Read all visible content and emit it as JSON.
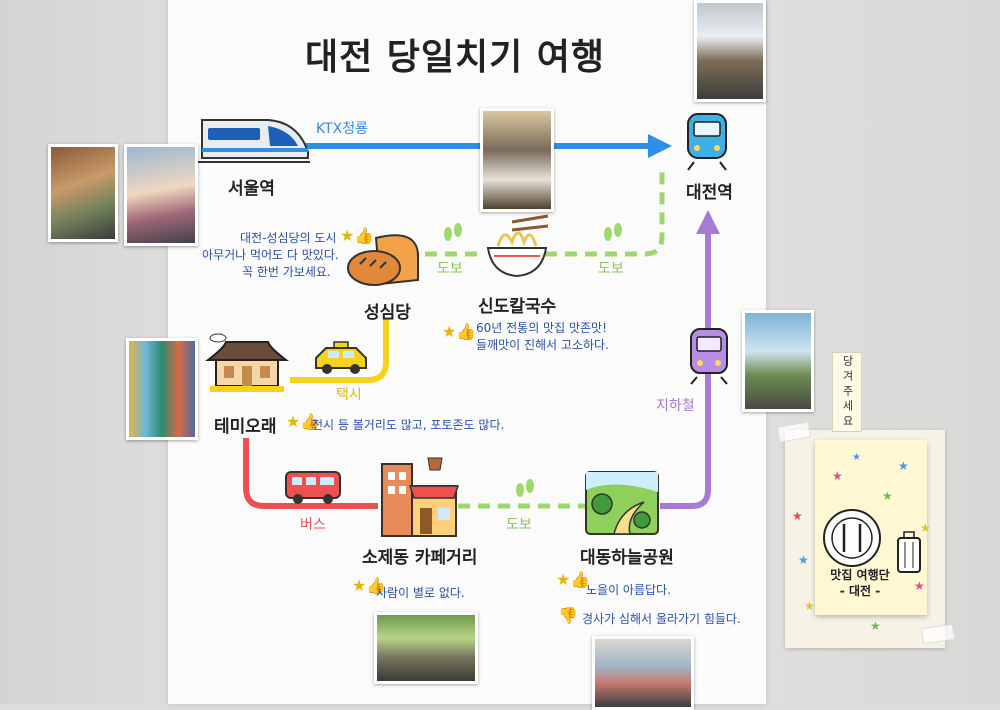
{
  "title": "대전 당일치기 여행",
  "places": {
    "seoul": "서울역",
    "daejeon": "대전역",
    "sungsimdang": "성심당",
    "sindo": "신도칼국수",
    "temiorae": "테미오래",
    "sojedong": "소제동 카페거리",
    "daedong": "대동하늘공원"
  },
  "modes": {
    "ktx": "KTX청룡",
    "walk1": "도보",
    "walk2": "도보",
    "taxi": "택시",
    "subway": "지하철",
    "bus": "버스",
    "walk3": "도보"
  },
  "notes": {
    "sungsimdang": [
      "대전-성심당의 도시",
      "아무거나 먹어도 다 맛있다.",
      "꼭 한번 가보세요."
    ],
    "sindo": [
      "60년 전통의 맛집 맛존맛!",
      "들깨맛이 진해서 고소하다."
    ],
    "temiorae": "전시 등 볼거리도 많고, 포토존도 많다.",
    "sojedong": "사람이 별로 없다.",
    "daedong_good": "노을이 아름답다.",
    "daedong_bad": "경사가 심해서 올라가기 힘들다."
  },
  "sticky": {
    "tag": "당겨주세요",
    "brand_line1": "맛집 여행단",
    "brand_line2": "- 대전 -"
  },
  "colors": {
    "ktx_line": "#2f8fe6",
    "walk_line": "#9fd86a",
    "taxi_line": "#f6d21c",
    "bus_line": "#ee4f4f",
    "subway_line": "#a77ad6",
    "note_text": "#2a4fb0"
  }
}
